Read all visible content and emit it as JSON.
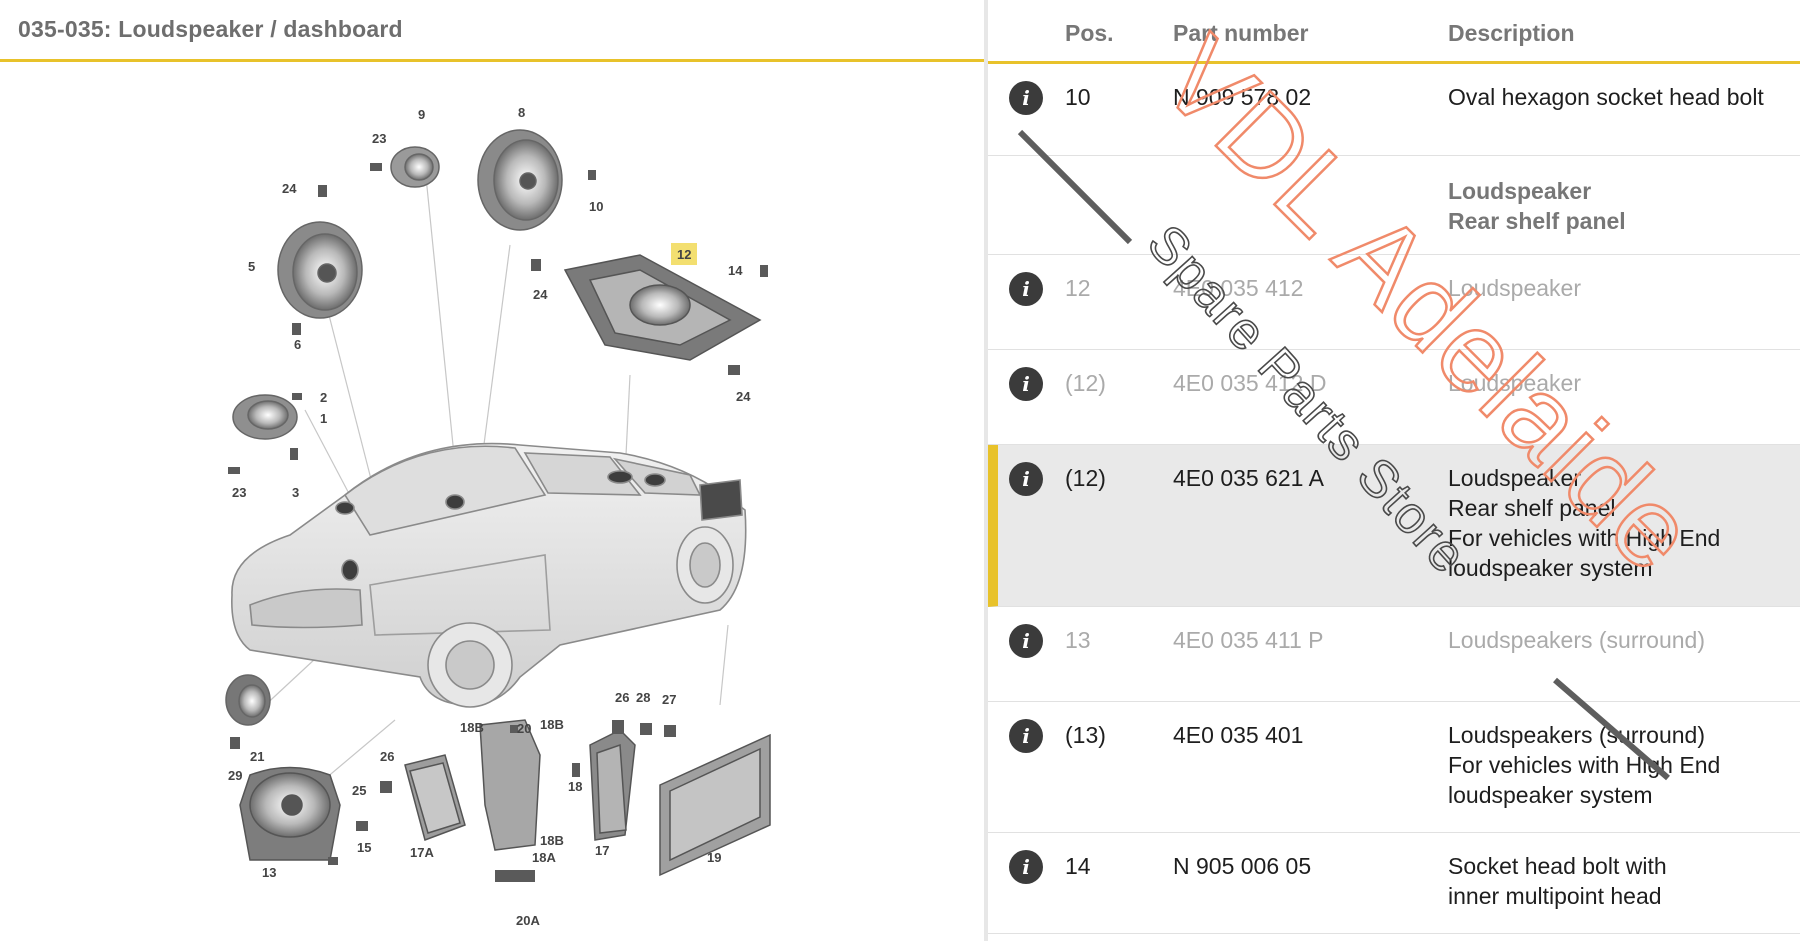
{
  "diagram": {
    "title": "035-035: Loudspeaker / dashboard",
    "callouts": [
      "9",
      "8",
      "23",
      "24",
      "10",
      "5",
      "12",
      "14",
      "24",
      "6",
      "24",
      "2",
      "1",
      "23",
      "3",
      "26",
      "28",
      "27",
      "18B",
      "20",
      "18B",
      "26",
      "18",
      "21",
      "29",
      "25",
      "15",
      "17A",
      "18B",
      "18A",
      "17",
      "19",
      "13",
      "20A"
    ]
  },
  "table": {
    "headers": {
      "pos": "Pos.",
      "part": "Part number",
      "desc": "Description"
    },
    "rows": [
      {
        "pos": "10",
        "part": "N   909 578 02",
        "desc": "Oval hexagon socket head bolt",
        "state": "normal",
        "has_info": true
      },
      {
        "pos": "",
        "part": "",
        "desc": "Loudspeaker\nRear shelf panel",
        "state": "group",
        "has_info": false
      },
      {
        "pos": "12",
        "part": "4E0 035 412",
        "desc": "Loudspeaker",
        "state": "muted",
        "has_info": true
      },
      {
        "pos": "(12)",
        "part": "4E0 035 412 D",
        "desc": "Loudspeaker",
        "state": "muted",
        "has_info": true
      },
      {
        "pos": "(12)",
        "part": "4E0 035 621 A",
        "desc": "Loudspeaker\nRear shelf panel\nFor vehicles with High End\nloudspeaker system",
        "state": "selected",
        "has_info": true
      },
      {
        "pos": "13",
        "part": "4E0 035 411 P",
        "desc": "Loudspeakers (surround)",
        "state": "muted",
        "has_info": true
      },
      {
        "pos": "(13)",
        "part": "4E0 035 401",
        "desc": "Loudspeakers (surround)\nFor vehicles with High End\nloudspeaker system",
        "state": "normal",
        "has_info": true
      },
      {
        "pos": "14",
        "part": "N   905 006 05",
        "desc": "Socket head bolt with\ninner multipoint head",
        "state": "normal",
        "has_info": true
      }
    ],
    "info_icon_glyph": "i"
  },
  "watermark": {
    "line1": "VDL Adelaide",
    "line2": "Spare Parts Store"
  },
  "colors": {
    "accent": "#e8c22a",
    "watermark_red": "#f08a6a",
    "watermark_grey": "#555555",
    "muted_text": "#aaaaaa",
    "selected_bg": "#e9e9e9"
  }
}
